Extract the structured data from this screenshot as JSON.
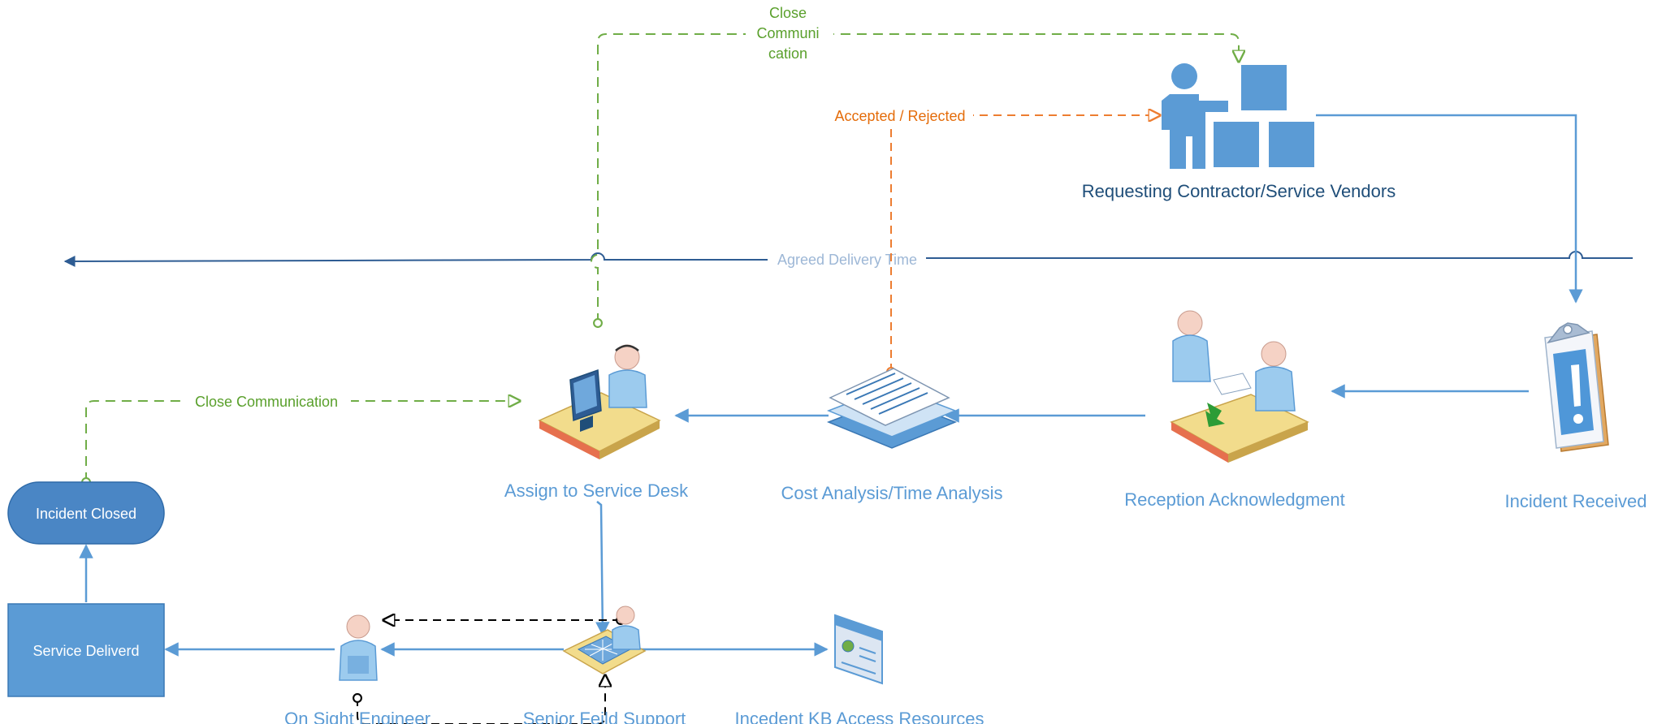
{
  "nodes": {
    "requesting_vendors": "Requesting Contractor/Service Vendors",
    "incident_received": "Incident Received",
    "reception_ack": "Reception Acknowledgment",
    "cost_analysis": "Cost Analysis/Time Analysis",
    "assign_service_desk": "Assign to Service Desk",
    "incident_closed": "Incident Closed",
    "service_delivered": "Service Deliverd",
    "on_sight_engineer": "On Sight Engineer",
    "senior_field_support": "Senior Feild Support",
    "incident_kb": "Incedent KB Access Resources"
  },
  "connectors": {
    "close_communication_top": [
      "Close",
      "Communi",
      "cation"
    ],
    "accepted_rejected": "Accepted / Rejected",
    "agreed_delivery_time": "Agreed Delivery Time",
    "close_communication_left": "Close Communication"
  },
  "colors": {
    "flow": "#5B9BD5",
    "timeline": "#2E5C93",
    "green": "#70AD47",
    "orange": "#ED7D31",
    "node_fill": "#5B9BD5",
    "terminal_fill": "#4A86C5"
  },
  "icons": [
    "vendor-people-boxes-icon",
    "incident-clipboard-icon",
    "reception-desk-icon",
    "document-stack-icon",
    "service-desk-operator-icon",
    "field-support-icon",
    "engineer-icon",
    "kb-window-icon"
  ]
}
